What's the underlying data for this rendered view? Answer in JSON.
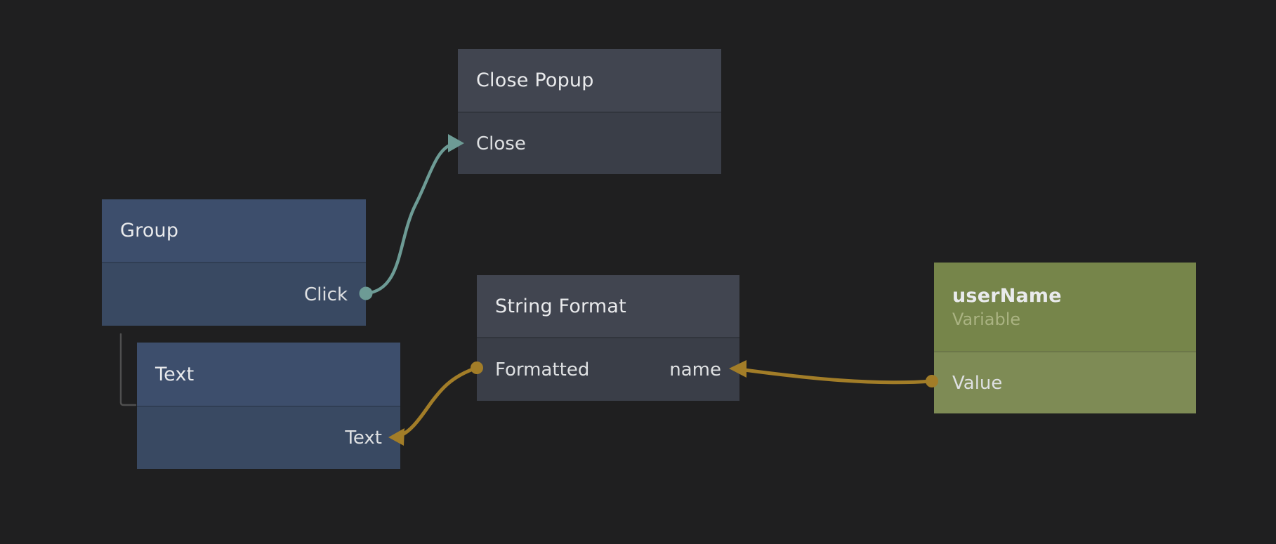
{
  "app": {
    "description": "Node graph editor canvas"
  },
  "colors": {
    "canvas_bg": "#1f1f20",
    "connection_teal": "#6d9b95",
    "connection_gold": "#a27d28",
    "hierarchy_line": "#4f4f4f",
    "node_gray_header": "#414550",
    "node_gray_body": "#3a3e48",
    "node_blue_header": "#3d4e6c",
    "node_blue_body": "#394962",
    "node_olive_header": "#76854a",
    "node_olive_body": "#7e8b55",
    "title_text": "#e9eaec",
    "port_text": "#dee0e2",
    "subtitle_text": "#aab382"
  },
  "nodes": {
    "close_popup": {
      "title": "Close Popup",
      "ports": {
        "close": "Close"
      }
    },
    "group": {
      "title": "Group",
      "ports": {
        "click": "Click"
      }
    },
    "text": {
      "title": "Text",
      "ports": {
        "text": "Text"
      }
    },
    "string_format": {
      "title": "String Format",
      "ports": {
        "formatted": "Formatted",
        "name": "name"
      }
    },
    "username": {
      "title": "userName",
      "subtitle": "Variable",
      "ports": {
        "value": "Value"
      }
    }
  },
  "connections": [
    {
      "from": "Group.Click",
      "to": "Close Popup.Close",
      "color": "#6d9b95"
    },
    {
      "from": "String Format.Formatted",
      "to": "Text.Text",
      "color": "#a27d28"
    },
    {
      "from": "userName.Value",
      "to": "String Format.name",
      "color": "#a27d28"
    }
  ],
  "hierarchy": [
    {
      "parent": "Group",
      "child": "Text"
    }
  ]
}
